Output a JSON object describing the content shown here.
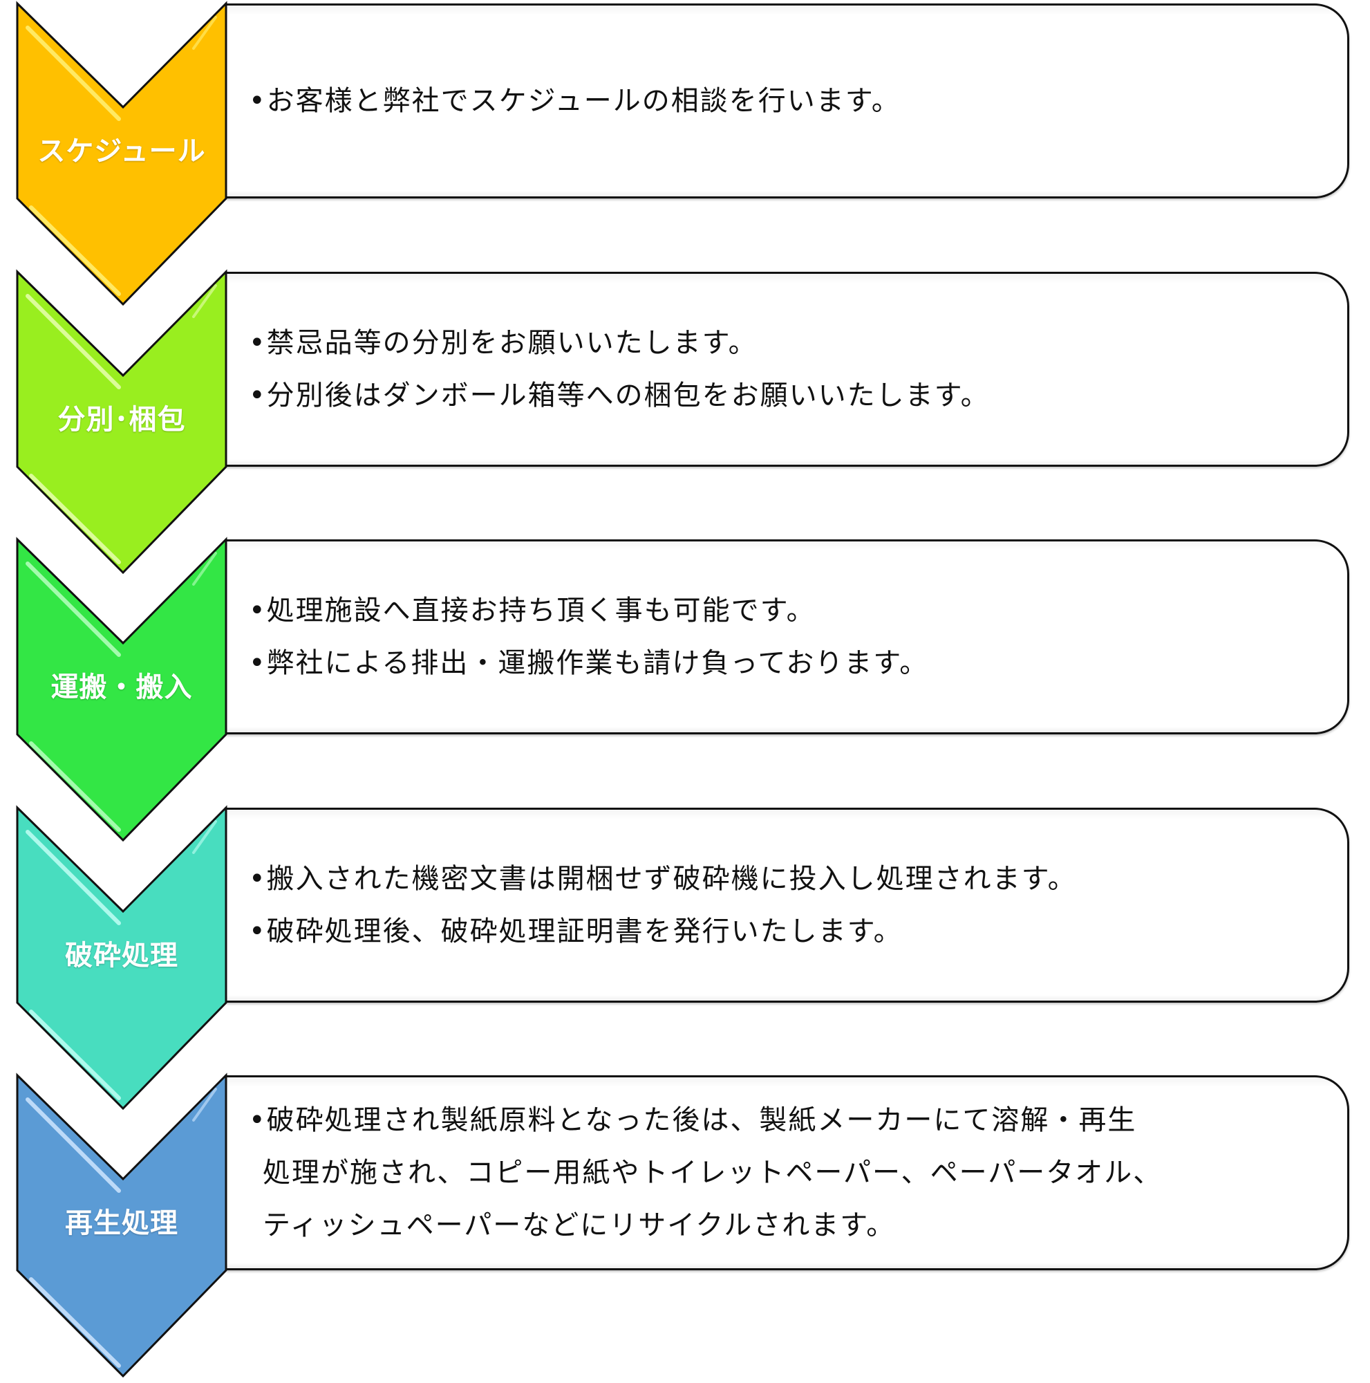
{
  "steps": [
    {
      "label": "スケジュール",
      "color": "#FFC000",
      "highlight": "#FFF176",
      "lines": [
        "•お客様と弊社でスケジュールの相談を行います。"
      ]
    },
    {
      "label": "分別･梱包",
      "color": "#99EE1F",
      "highlight": "#E8FFB0",
      "lines": [
        "•禁忌品等の分別をお願いいたします。",
        "•分別後はダンボール箱等への梱包をお願いいたします。"
      ]
    },
    {
      "label": "運搬・搬入",
      "color": "#33E645",
      "highlight": "#B8FFC0",
      "lines": [
        "•処理施設へ直接お持ち頂く事も可能です。",
        "•弊社による排出・運搬作業も請け負っております。"
      ]
    },
    {
      "label": "破砕処理",
      "color": "#48DDBF",
      "highlight": "#C0FFF4",
      "lines": [
        "•搬入された機密文書は開梱せず破砕機に投入し処理されます。",
        "•破砕処理後、破砕処理証明書を発行いたします。"
      ]
    },
    {
      "label": "再生処理",
      "color": "#5B9BD5",
      "highlight": "#CFE6FF",
      "lines": [
        "•破砕処理され製紙原料となった後は、製紙メーカーにて溶解・再生",
        "処理が施され、コピー用紙やトイレットペーパー、ペーパータオル、",
        "ティッシュペーパーなどにリサイクルされます。"
      ]
    }
  ]
}
